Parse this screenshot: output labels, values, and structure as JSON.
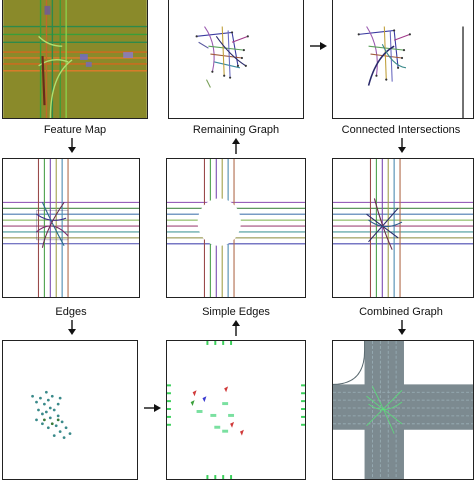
{
  "diagram": {
    "panels": [
      {
        "id": "feature-map",
        "caption": "Feature Map"
      },
      {
        "id": "remaining-graph",
        "caption": "Remaining Graph"
      },
      {
        "id": "connected-intersections",
        "caption": "Connected Intersections"
      },
      {
        "id": "edges",
        "caption": "Edges"
      },
      {
        "id": "simple-edges",
        "caption": "Simple Edges"
      },
      {
        "id": "combined-graph",
        "caption": "Combined Graph"
      },
      {
        "id": "nodes-left",
        "caption": ""
      },
      {
        "id": "nodes-middle",
        "caption": ""
      }
    ],
    "colors": {
      "feature_map_bg": "#8a8a2a",
      "road_gray": "#7c8a90",
      "frame": "#222222"
    }
  }
}
